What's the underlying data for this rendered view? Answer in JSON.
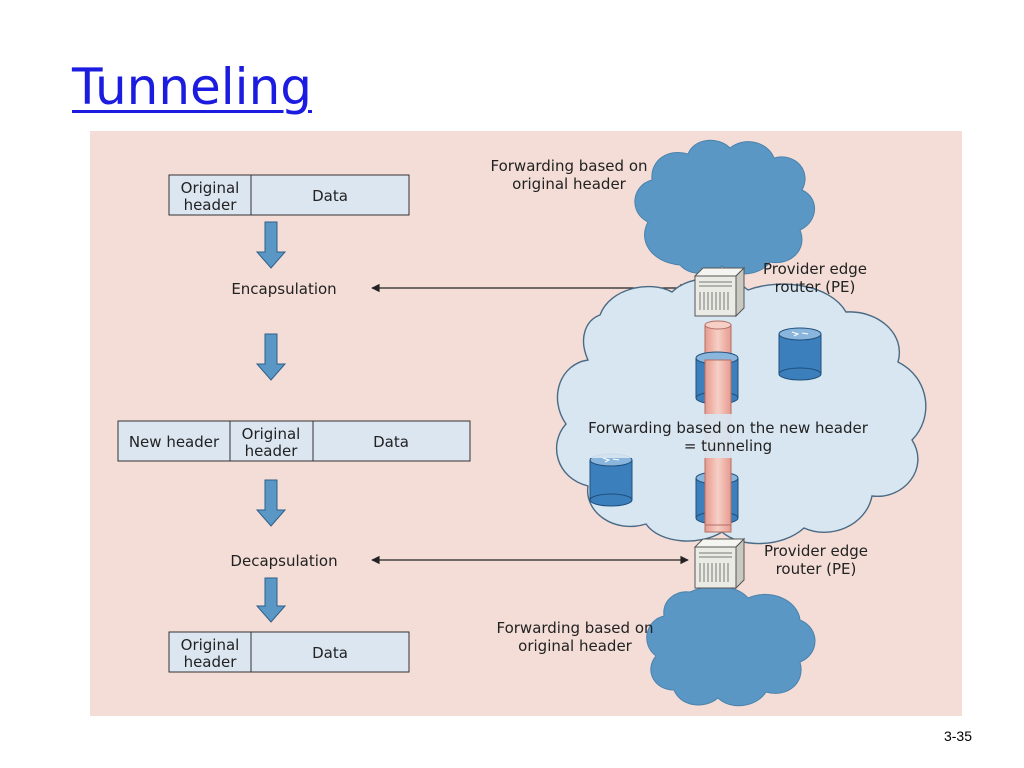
{
  "slide": {
    "title": "Tunneling",
    "number": "3-35"
  },
  "packets": {
    "original": {
      "header": [
        "Original",
        "header"
      ],
      "data": "Data"
    },
    "encapsulated": {
      "new_header": "New header",
      "header": [
        "Original",
        "header"
      ],
      "data": "Data"
    },
    "decapsulated": {
      "header": [
        "Original",
        "header"
      ],
      "data": "Data"
    }
  },
  "steps": {
    "encapsulation": "Encapsulation",
    "decapsulation": "Decapsulation"
  },
  "network": {
    "top_forwarding": [
      "Forwarding based on",
      "original header"
    ],
    "bottom_forwarding": [
      "Forwarding based on",
      "original header"
    ],
    "pe_top": [
      "Provider edge",
      "router (PE)"
    ],
    "pe_bottom": [
      "Provider edge",
      "router (PE)"
    ],
    "tunnel": [
      "Forwarding based on the new header",
      "= tunneling"
    ]
  },
  "colors": {
    "title": "#1c1ce0",
    "background": "#f3ddd6",
    "cloud": "#5b97c5",
    "provider_cloud": "#d8e6f1",
    "tunnel": "#f1b9ae",
    "packet": "#dce6f0"
  }
}
